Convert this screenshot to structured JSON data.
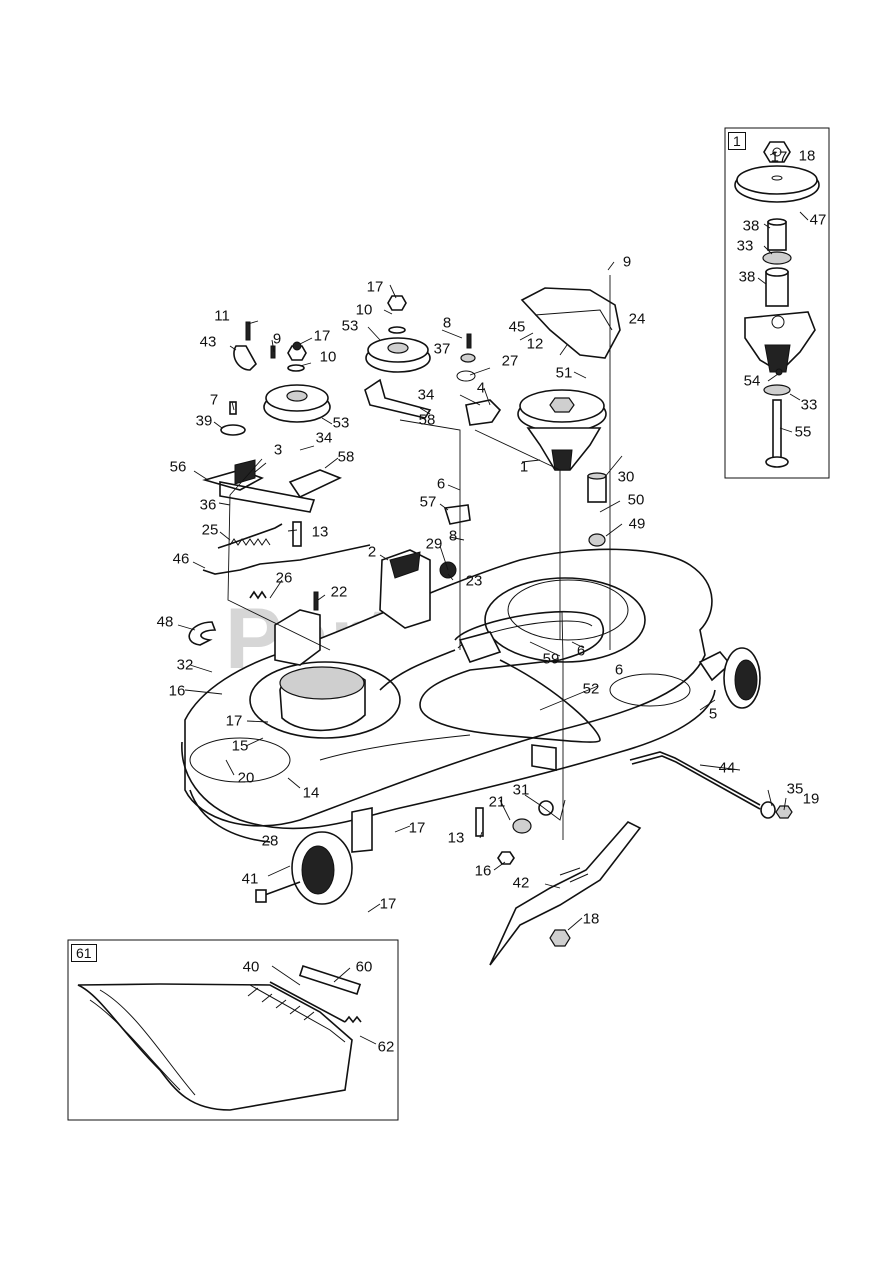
{
  "watermark": "PartsTree",
  "watermark_mark": "TM",
  "inset_boxes": [
    {
      "label": "1",
      "name": "spindle-assembly-inset"
    },
    {
      "label": "61",
      "name": "discharge-chute-inset"
    }
  ],
  "callouts": [
    "1",
    "2",
    "3",
    "4",
    "5",
    "6",
    "6",
    "6",
    "7",
    "8",
    "8",
    "9",
    "9",
    "10",
    "10",
    "11",
    "12",
    "13",
    "13",
    "14",
    "15",
    "16",
    "16",
    "17",
    "17",
    "17",
    "17",
    "17",
    "17",
    "18",
    "18",
    "19",
    "20",
    "21",
    "22",
    "23",
    "24",
    "25",
    "26",
    "27",
    "28",
    "29",
    "30",
    "31",
    "32",
    "33",
    "33",
    "34",
    "34",
    "35",
    "36",
    "37",
    "38",
    "38",
    "39",
    "40",
    "41",
    "42",
    "43",
    "44",
    "45",
    "46",
    "47",
    "48",
    "49",
    "50",
    "51",
    "52",
    "53",
    "53",
    "54",
    "55",
    "56",
    "57",
    "58",
    "58",
    "59",
    "60",
    "62"
  ]
}
